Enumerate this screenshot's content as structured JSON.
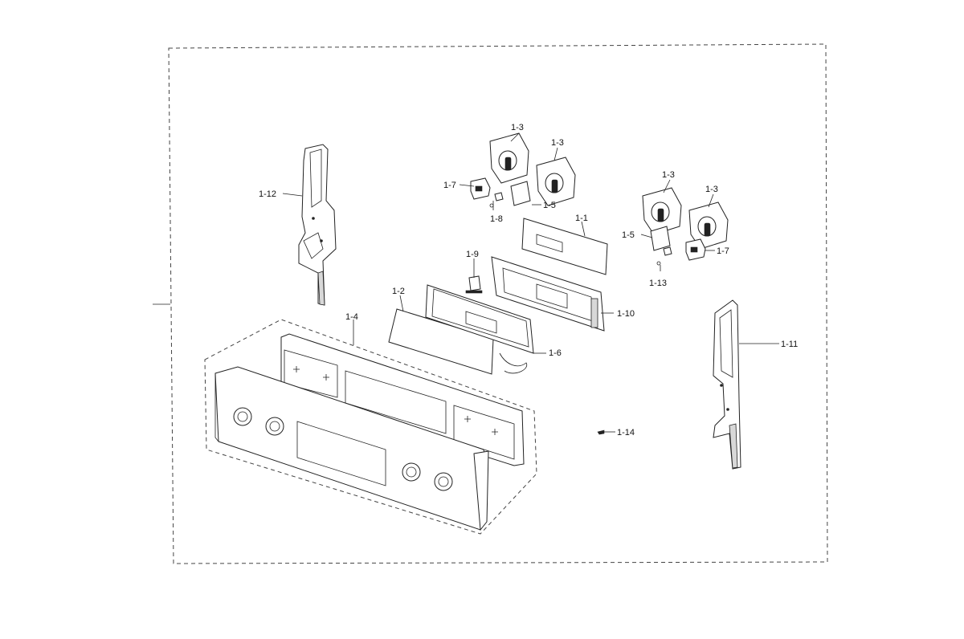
{
  "diagram": {
    "callouts": {
      "c_1_3_a": "1-3",
      "c_1_3_b": "1-3",
      "c_1_3_c": "1-3",
      "c_1_3_d": "1-3",
      "c_1_7_a": "1-7",
      "c_1_7_b": "1-7",
      "c_1_8": "1-8",
      "c_1_5_a": "1-5",
      "c_1_5_b": "1-5",
      "c_1_1": "1-1",
      "c_1_9": "1-9",
      "c_1_12": "1-12",
      "c_1_2": "1-2",
      "c_1_4": "1-4",
      "c_1_10": "1-10",
      "c_1_6": "1-6",
      "c_1_13": "1-13",
      "c_1_11": "1-11",
      "c_1_14": "1-14"
    }
  }
}
